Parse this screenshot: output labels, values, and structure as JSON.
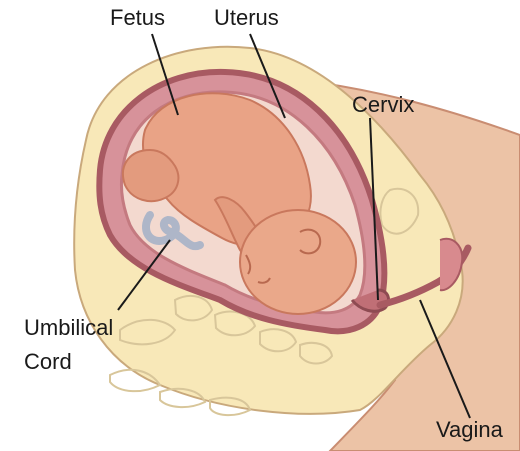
{
  "labels": {
    "fetus": "Fetus",
    "uterus": "Uterus",
    "cervix": "Cervix",
    "umbilical_line1": "Umbilical",
    "umbilical_line2": "Cord",
    "vagina": "Vagina"
  },
  "colors": {
    "skin_tan": "#ecc3a6",
    "body_fill": "#f8e8b8",
    "uterus_wall": "#a85a62",
    "uterus_lining": "#d7929a",
    "fetus_skin": "#e9a386",
    "fetus_shadow": "#c9785d",
    "cord": "#aeb6c8",
    "bone_outline": "#d8c69a",
    "leader_line": "#1a1a1a"
  }
}
